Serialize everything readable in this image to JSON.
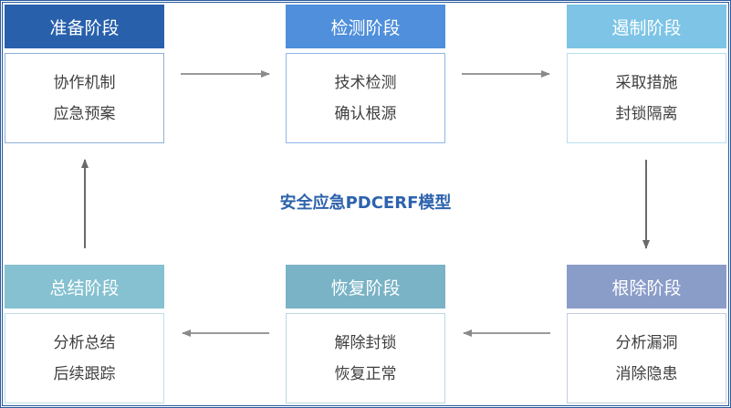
{
  "title": "安全应急PDCERF模型",
  "stages": [
    {
      "name": "准备阶段",
      "items": [
        "协作机制",
        "应急预案"
      ],
      "color": "#2860ac",
      "border": "#8fb0d8"
    },
    {
      "name": "检测阶段",
      "items": [
        "技术检测",
        "确认根源"
      ],
      "color": "#4f8fdb",
      "border": "#8fb6e6"
    },
    {
      "name": "遏制阶段",
      "items": [
        "采取措施",
        "封锁隔离"
      ],
      "color": "#7dc4e6",
      "border": "#b8dff0"
    },
    {
      "name": "根除阶段",
      "items": [
        "分析漏洞",
        "消除隐患"
      ],
      "color": "#8a9cc8",
      "border": "#c3cce2"
    },
    {
      "name": "恢复阶段",
      "items": [
        "解除封锁",
        "恢复正常"
      ],
      "color": "#7ab3c6",
      "border": "#bcd9e3"
    },
    {
      "name": "总结阶段",
      "items": [
        "分析总结",
        "后续跟踪"
      ],
      "color": "#85c1d0",
      "border": "#c0dfe7"
    }
  ],
  "arrow_color": "#8a8a8a"
}
